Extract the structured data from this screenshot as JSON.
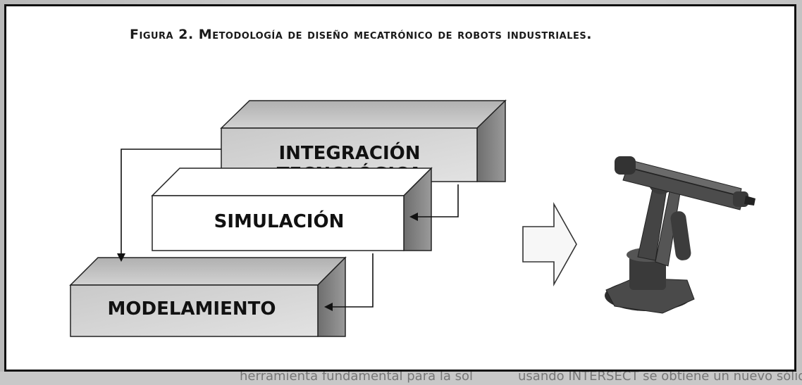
{
  "figure": {
    "caption": "Figura 2. Metodología de diseño mecatrónico de robots industriales.",
    "boxes": {
      "integracion_line1": "INTEGRACIÓN",
      "integracion_line2": "TECNOLÓGICA",
      "simulacion": "SIMULACIÓN",
      "modelamiento": "MODELAMIENTO"
    },
    "result_arrow_icon": "right-arrow-icon",
    "robot_icon": "industrial-robot-arm-icon"
  },
  "background_text": {
    "bottom_center": "herramienta fundamental para la sol",
    "bottom_right": "usando INTERSECT se obtiene un nuevo sólido"
  },
  "colors": {
    "box_shaded": "#d6d6d6",
    "box_white": "#ffffff",
    "side_dark": "#7a7a7a",
    "top_light": "#bdbdbd",
    "robot_body": "#3c3c3c"
  }
}
